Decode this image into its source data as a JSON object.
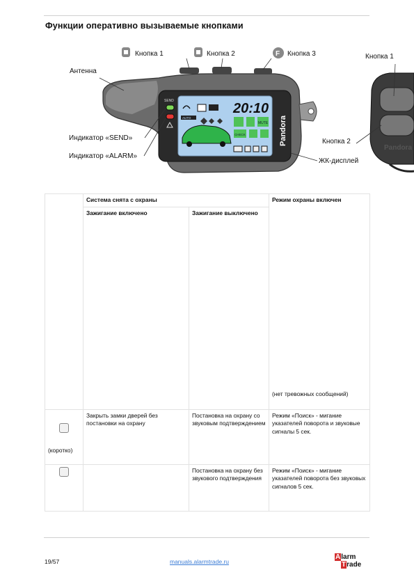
{
  "page": {
    "title": "Функции оперативно вызываемые кнопками"
  },
  "figure": {
    "labels": {
      "button1": "Кнопка 1",
      "button2": "Кнопка 2",
      "button3": "Кнопка 3",
      "antenna": "Антенна",
      "send_indicator": "Индикатор «SEND»",
      "alarm_indicator": "Индикатор «ALARM»",
      "lcd": "ЖК-дисплей",
      "small_button1": "Кнопка 1",
      "small_button2": "Кнопка 2"
    },
    "lcd_time": "20:10",
    "brand": "Pandora",
    "send_text": "SEND",
    "mute_text": "MUTE",
    "check_text": "CHECK",
    "auto_text": "AUTO"
  },
  "table": {
    "header": {
      "disarmed": "Система снята с охраны",
      "armed": "Режим охраны включен",
      "ign_on": "Зажигание включено",
      "ign_off": "Зажигание выключено",
      "armed_note": "(нет тревожных сообщений)"
    },
    "rows": [
      {
        "key_note": "(коротко)",
        "ign_on": "Закрыть замки дверей без постановки на охрану",
        "ign_off": "Постановка на охрану со звуковым подтверждением",
        "armed": "Режим «Поиск» - мигание указателей поворота и звуковые сигналы 5 сек."
      },
      {
        "key_note": "",
        "ign_on": "",
        "ign_off": "Постановка на охрану без звукового подтверждения",
        "armed": "Режим «Поиск» - мигание указателей поворота без звуковых сигналов 5 сек."
      }
    ]
  },
  "footer": {
    "page": "19/57",
    "url": "manuals.alarmtrade.ru",
    "logo_a": "A",
    "logo_rest1": "larm",
    "logo_t": "T",
    "logo_rest2": "rade"
  }
}
